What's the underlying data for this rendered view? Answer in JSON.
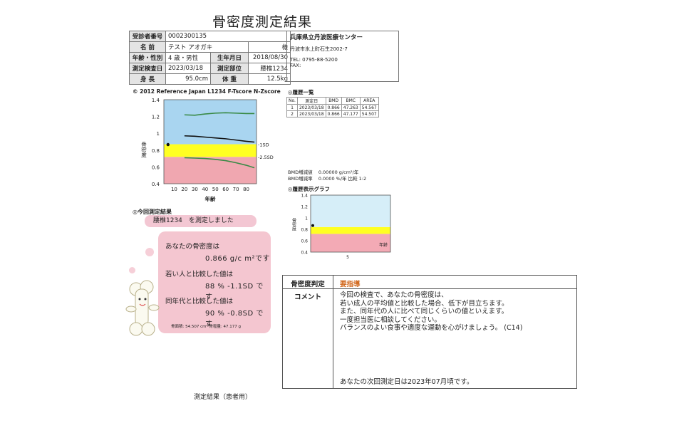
{
  "title": "骨密度測定結果",
  "patient": {
    "id_label": "受診者番号",
    "id": "0002300135",
    "name_label": "名 前",
    "name": "テスト アオガキ",
    "honorific": "様",
    "age_label": "年齢・性別",
    "age": "4 歳・男性",
    "birth_label": "生年月日",
    "birth": "2018/08/30",
    "date_label": "測定検査日",
    "date": "2023/03/18",
    "site_label": "測定部位",
    "site": "腰椎1234",
    "height_label": "身 長",
    "height": "95.0cm",
    "weight_label": "体 重",
    "weight": "12.5kg"
  },
  "clinic": {
    "name": "兵庫県立丹波医療センター",
    "address": "丹波市氷上町石生2002-7",
    "tel": "TEL: 0795-88-5200",
    "fax": "FAX:"
  },
  "main_chart": {
    "header": "© 2012 Reference Japan L1234 F-Tscore N-Zscore",
    "ylabel": "骨密度",
    "xlabel": "年齢",
    "yticks": [
      "1.4",
      "1.2",
      "1",
      "0.8",
      "0.6",
      "0.4"
    ],
    "xticks": [
      "10",
      "20",
      "30",
      "40",
      "50",
      "60",
      "70",
      "80"
    ],
    "label_1sd": "-1SD",
    "label_25sd": "-2.5SD"
  },
  "history": {
    "header": "◎履歴一覧",
    "columns": [
      "No.",
      "測定日",
      "BMD",
      "BMC",
      "AREA"
    ],
    "rows": [
      [
        "1",
        "2023/03/18",
        "0.866",
        "47.263",
        "54.567"
      ],
      [
        "2",
        "2023/03/18",
        "0.866",
        "47.177",
        "54.507"
      ]
    ],
    "bmd_amount_label": "BMD増減値",
    "bmd_amount": "0.00000 g/cm²/年",
    "bmd_rate_label": "BMD増減率",
    "bmd_rate": "0.0000 %/年  比較 1:2"
  },
  "history_chart": {
    "header": "◎履歴表示グラフ",
    "ylabel": "骨密度",
    "xlabel": "年齢",
    "yticks": [
      "1.4",
      "1.2",
      "1",
      "0.8",
      "0.6",
      "0.4"
    ],
    "xtick": "5"
  },
  "result": {
    "header": "◎今回測定結果",
    "site_text": "腰椎1234　を測定しました",
    "bmd_label": "あなたの骨密度は",
    "bmd_value": "0.866 g/c m²です",
    "young_label": "若い人と比較した値は",
    "young_value": "88 % -1.1SD です",
    "same_label": "同年代と比較した値は",
    "same_value": "90 % -0.8SD です",
    "area": "骨面積: 54.507 cm²   骨塩量: 47.177 g"
  },
  "judgement": {
    "label": "骨密度判定",
    "value": "要指導",
    "comment_label": "コメント",
    "comment_lines": [
      "今回の検査で、あなたの骨密度は、",
      "若い成人の平均値と比較した場合、低下が目立ちます。",
      "また、同年代の人に比べて同じくらいの値といえます。",
      "一度担当医に相談してください。",
      "バランスのよい食事や適度な運動を心がけましょう。 (C14)"
    ],
    "next": "あなたの次回測定日は2023年07月頃です。"
  },
  "caption": "測定結果（患者用）",
  "chart_data": [
    {
      "type": "line",
      "title": "© 2012 Reference Japan L1234 F-Tscore N-Zscore",
      "xlabel": "年齢",
      "ylabel": "骨密度",
      "xlim": [
        0,
        90
      ],
      "ylim": [
        0.4,
        1.4
      ],
      "bands": [
        {
          "name": "",
          "from": 0.4,
          "to": 0.72,
          "color": "#f0a7b0"
        },
        {
          "name": "",
          "from": 0.72,
          "to": 0.87,
          "color": "#ffff22"
        },
        {
          "name": "",
          "from": 0.87,
          "to": 1.4,
          "color": "#a9d5f0"
        }
      ],
      "series": [
        {
          "color": "#3a8a46",
          "x": [
            20,
            30,
            40,
            50,
            60,
            70,
            80,
            88
          ],
          "y": [
            1.22,
            1.215,
            1.23,
            1.24,
            1.245,
            1.24,
            1.235,
            1.235
          ]
        },
        {
          "color": "#111111",
          "x": [
            20,
            30,
            40,
            50,
            60,
            70,
            80,
            88
          ],
          "y": [
            0.97,
            0.965,
            0.955,
            0.945,
            0.935,
            0.92,
            0.905,
            0.895
          ]
        },
        {
          "color": "#3a8a46",
          "x": [
            20,
            30,
            40,
            50,
            60,
            70,
            80,
            88
          ],
          "y": [
            0.71,
            0.705,
            0.7,
            0.69,
            0.675,
            0.65,
            0.62,
            0.59
          ]
        }
      ],
      "point": {
        "x": 4,
        "y": 0.866
      }
    },
    {
      "type": "scatter",
      "title": "◎履歴表示グラフ",
      "xlabel": "年齢",
      "ylabel": "骨密度",
      "ylim": [
        0.4,
        1.4
      ],
      "bands": [
        {
          "name": "",
          "from": 0.4,
          "to": 0.72,
          "color": "#f3aab5"
        },
        {
          "name": "",
          "from": 0.72,
          "to": 0.84,
          "color": "#ffff22"
        },
        {
          "name": "",
          "from": 0.84,
          "to": 1.4,
          "color": "#d6eef8"
        }
      ],
      "points": [
        {
          "x": 4,
          "y": 0.866
        }
      ]
    }
  ]
}
